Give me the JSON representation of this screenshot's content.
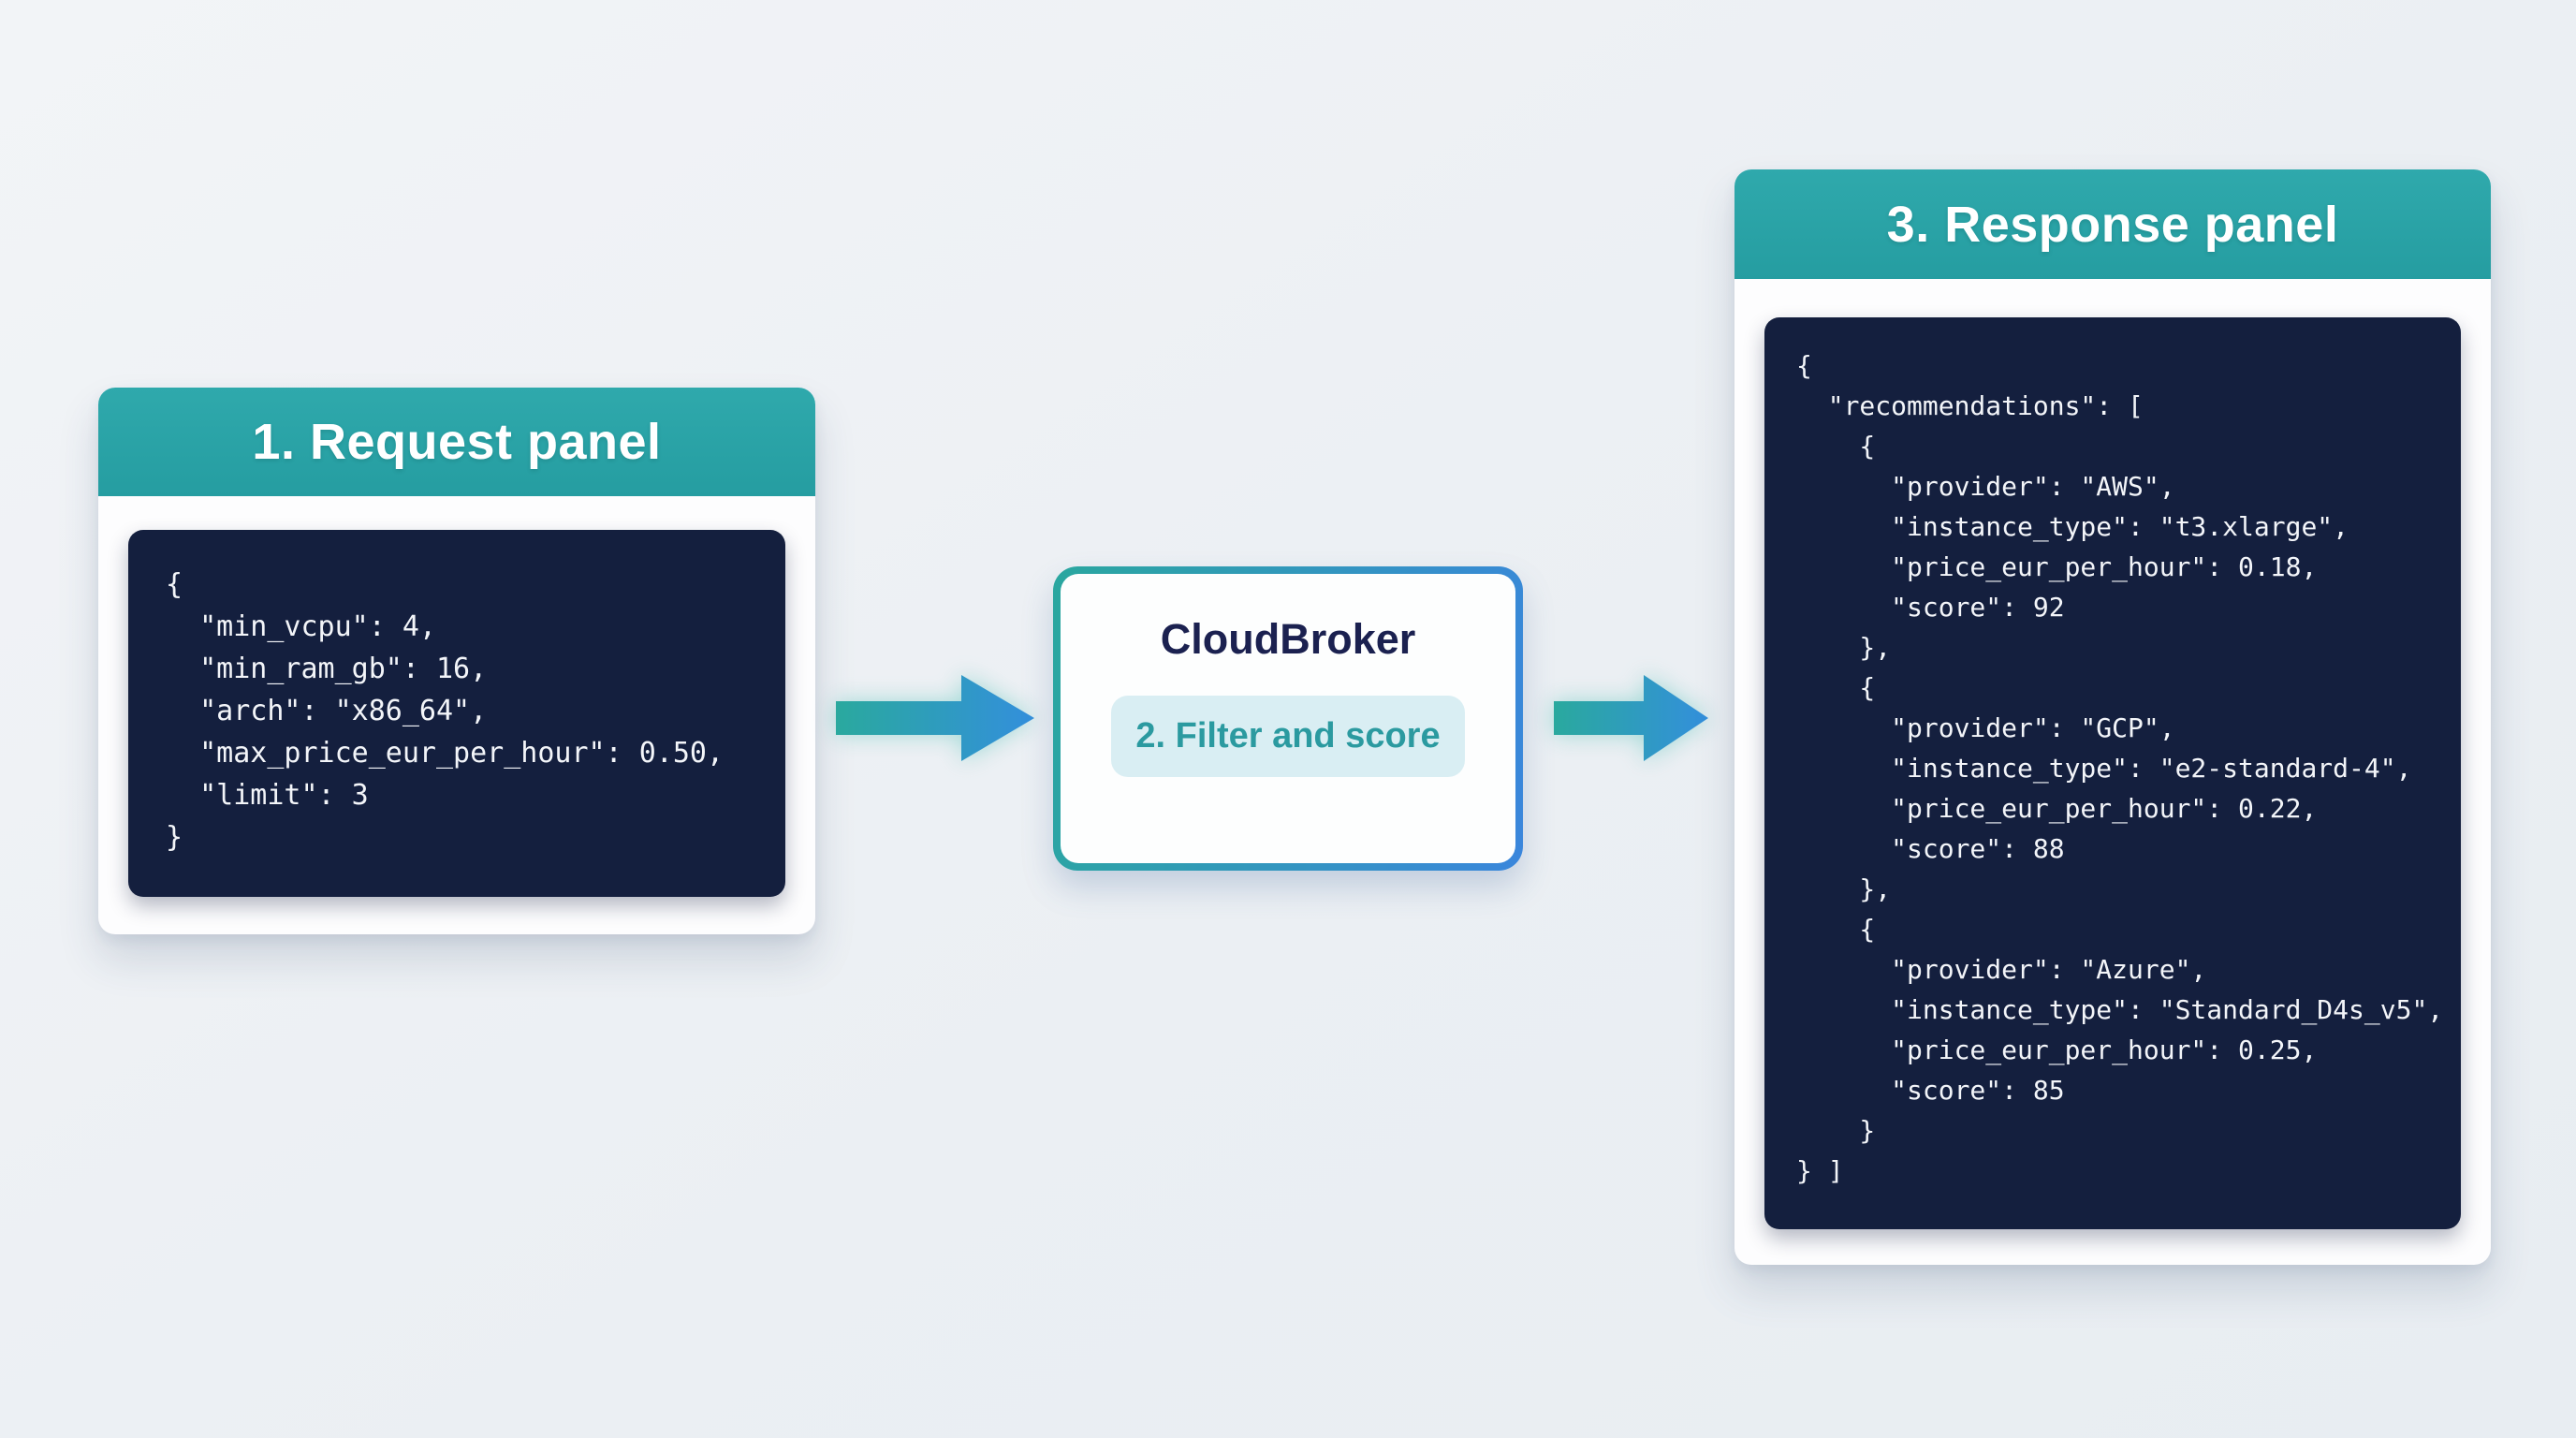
{
  "request_panel": {
    "title": "1. Request panel",
    "code": "{\n  \"min_vcpu\": 4,\n  \"min_ram_gb\": 16,\n  \"arch\": \"x86_64\",\n  \"max_price_eur_per_hour\": 0.50,\n  \"limit\": 3\n}"
  },
  "broker": {
    "title": "CloudBroker",
    "step_label": "2. Filter and score"
  },
  "response_panel": {
    "title": "3. Response panel",
    "code": "{\n  \"recommendations\": [\n    {\n      \"provider\": \"AWS\",\n      \"instance_type\": \"t3.xlarge\",\n      \"price_eur_per_hour\": 0.18,\n      \"score\": 92\n    },\n    {\n      \"provider\": \"GCP\",\n      \"instance_type\": \"e2-standard-4\",\n      \"price_eur_per_hour\": 0.22,\n      \"score\": 88\n    },\n    {\n      \"provider\": \"Azure\",\n      \"instance_type\": \"Standard_D4s_v5\",\n      \"price_eur_per_hour\": 0.25,\n      \"score\": 85\n    }\n} ]"
  },
  "colors": {
    "header_teal": "#28a2a6",
    "code_background": "#141f3e",
    "code_text": "#f3f5f9",
    "pill_background": "#d9eef3",
    "pill_text": "#2b9aa0",
    "broker_title_text": "#1b2150",
    "arrow_gradient_start": "#2aa99e",
    "arrow_gradient_end": "#338fdc",
    "page_background": "#edf0f4"
  }
}
